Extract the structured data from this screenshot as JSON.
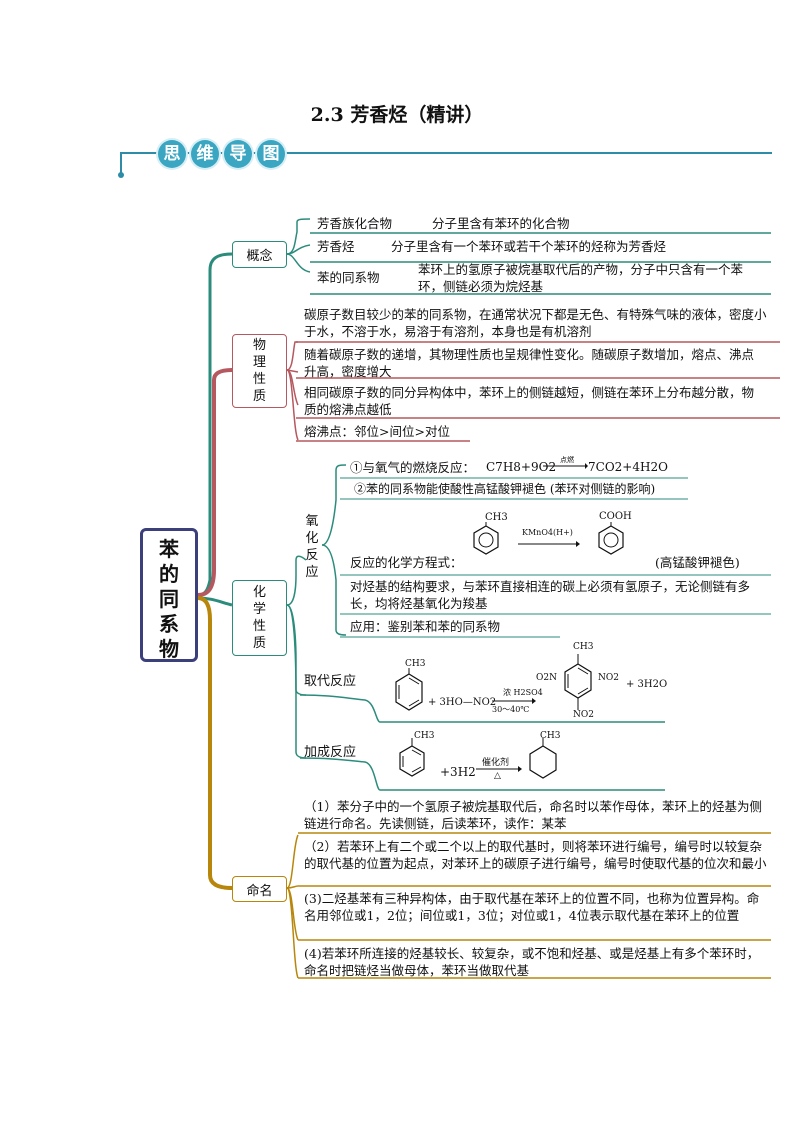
{
  "title": "2.3  芳香烃（精讲）",
  "banner": [
    "思",
    "维",
    "导",
    "图"
  ],
  "root": [
    "苯",
    "的",
    "同",
    "系",
    "物"
  ],
  "concept": {
    "label": "概念",
    "items": [
      {
        "term": "芳香族化合物",
        "def": "分子里含有苯环的化合物"
      },
      {
        "term": "芳香烃",
        "def": "分子里含有一个苯环或若干个苯环的烃称为芳香烃"
      },
      {
        "term": "苯的同系物",
        "def": "苯环上的氢原子被烷基取代后的产物，分子中只含有一个苯环，侧链必须为烷烃基"
      }
    ]
  },
  "physical": {
    "label": [
      "物",
      "理",
      "性",
      "质"
    ],
    "items": [
      "碳原子数目较少的苯的同系物，在通常状况下都是无色、有特殊气味的液体，密度小于水，不溶于水，易溶于有溶剂，本身也是有机溶剂",
      "随着碳原子数的递增，其物理性质也呈规律性变化。随碳原子数增加，熔点、沸点升高，密度增大",
      "相同碳原子数的同分异构体中，苯环上的侧链越短，侧链在苯环上分布越分散，物质的熔沸点越低",
      "熔沸点：邻位>间位>对位"
    ]
  },
  "chemical": {
    "label": [
      "化",
      "学",
      "性",
      "质"
    ],
    "oxidation": {
      "label": [
        "氧",
        "化",
        "反",
        "应"
      ],
      "combustion_prefix": "①与氧气的燃烧反应：",
      "combustion_cond": "点燃",
      "combustion_left": "C7H8+9O2",
      "combustion_right": "7CO2+4H2O",
      "kmno4": "②苯的同系物能使酸性高锰酸钾褪色 (苯环对侧链的影响)",
      "eq_label": "反应的化学方程式：",
      "eq_reagent": "KMnO4(H+)",
      "eq_note": "(高锰酸钾褪色)",
      "ch3": "CH3",
      "cooh": "COOH",
      "structure": "对烃基的结构要求，与苯环直接相连的碳上必须有氢原子，无论侧链有多长，均将烃基氧化为羧基",
      "application": "应用：鉴别苯和苯的同系物"
    },
    "substitution": {
      "label": "取代反应",
      "reagent": "+ 3HO—NO2",
      "catalyst": "浓 H2SO4",
      "temp": "30～40℃",
      "product_ch3": "CH3",
      "no2_left": "O2N",
      "no2_right": "NO2",
      "no2_bottom": "NO2",
      "byproduct": "+ 3H2O"
    },
    "addition": {
      "label": "加成反应",
      "reagent": "+3H2",
      "catalyst": "催化剂",
      "heat": "△",
      "ch3_left": "CH3",
      "ch3_right": "CH3"
    }
  },
  "naming": {
    "label": "命名",
    "items": [
      "（1）苯分子中的一个氢原子被烷基取代后，命名时以苯作母体，苯环上的烃基为侧链进行命名。先读侧链，后读苯环，读作：某苯",
      "（2）若苯环上有二个或二个以上的取代基时，则将苯环进行编号，编号时以较复杂的取代基的位置为起点，对苯环上的碳原子进行编号，编号时使取代基的位次和最小",
      "(3)二烃基苯有三种异构体，由于取代基在苯环上的位置不同，也称为位置异构。命名用邻位或1，2位；间位或1，3位；对位或1，4位表示取代基在苯环上的位置",
      "(4)若苯环所连接的烃基较长、较复杂，或不饱和烃基、或是烃基上有多个苯环时，命名时把链烃当做母体，苯环当做取代基"
    ]
  },
  "colors": {
    "teal": "#2b8c7c",
    "red": "#b5585f",
    "gold": "#b8860b",
    "navy": "#3b3f7a",
    "banner": "#3aa6c2"
  }
}
